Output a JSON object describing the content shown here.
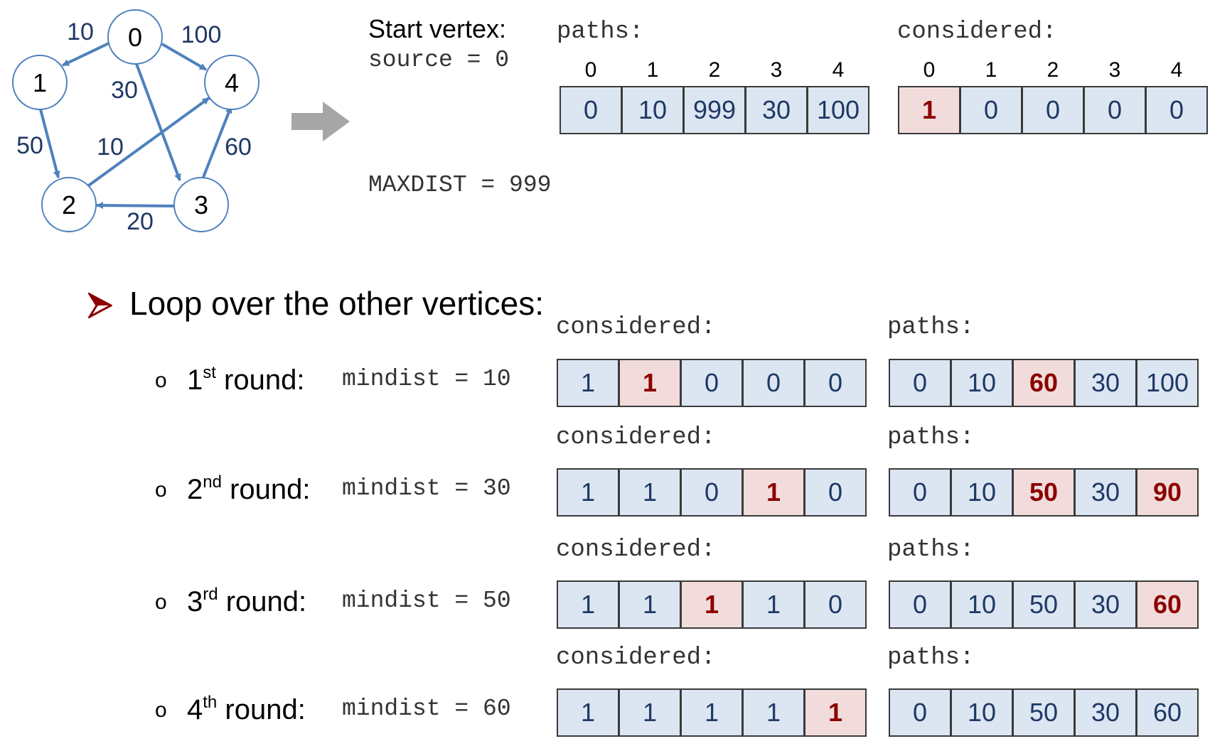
{
  "graph": {
    "nodes": [
      {
        "id": "0",
        "label": "0"
      },
      {
        "id": "1",
        "label": "1"
      },
      {
        "id": "2",
        "label": "2"
      },
      {
        "id": "3",
        "label": "3"
      },
      {
        "id": "4",
        "label": "4"
      }
    ],
    "edges": [
      {
        "from": "0",
        "to": "1",
        "weight": "10"
      },
      {
        "from": "0",
        "to": "4",
        "weight": "100"
      },
      {
        "from": "0",
        "to": "3",
        "weight": "30"
      },
      {
        "from": "1",
        "to": "2",
        "weight": "50"
      },
      {
        "from": "2",
        "to": "4",
        "weight": "10"
      },
      {
        "from": "3",
        "to": "4",
        "weight": "60"
      },
      {
        "from": "3",
        "to": "2",
        "weight": "20"
      }
    ],
    "colors": {
      "edge": "#4f81bd",
      "node_border": "#4f81bd"
    }
  },
  "init": {
    "start_vertex_label": "Start vertex:",
    "source_text": "source = 0",
    "maxdist_text": "MAXDIST = 999",
    "paths_label": "paths:",
    "considered_label": "considered:",
    "indices": [
      "0",
      "1",
      "2",
      "3",
      "4"
    ],
    "paths": {
      "values": [
        "0",
        "10",
        "999",
        "30",
        "100"
      ],
      "highlight": []
    },
    "considered": {
      "values": [
        "1",
        "0",
        "0",
        "0",
        "0"
      ],
      "highlight": [
        0
      ]
    }
  },
  "loop": {
    "heading": "Loop over the other vertices:",
    "considered_label": "considered:",
    "paths_label": "paths:",
    "rounds": [
      {
        "bullet": "o",
        "num": "1",
        "sup": "st",
        "word": "round:",
        "mindist": "mindist = 10",
        "considered": [
          "1",
          "1",
          "0",
          "0",
          "0"
        ],
        "considered_hl": [
          1
        ],
        "paths": [
          "0",
          "10",
          "60",
          "30",
          "100"
        ],
        "paths_hl": [
          2
        ]
      },
      {
        "bullet": "o",
        "num": "2",
        "sup": "nd",
        "word": "round:",
        "mindist": "mindist = 30",
        "considered": [
          "1",
          "1",
          "0",
          "1",
          "0"
        ],
        "considered_hl": [
          3
        ],
        "paths": [
          "0",
          "10",
          "50",
          "30",
          "90"
        ],
        "paths_hl": [
          2,
          4
        ]
      },
      {
        "bullet": "o",
        "num": "3",
        "sup": "rd",
        "word": "round:",
        "mindist": "mindist = 50",
        "considered": [
          "1",
          "1",
          "1",
          "1",
          "0"
        ],
        "considered_hl": [
          2
        ],
        "paths": [
          "0",
          "10",
          "50",
          "30",
          "60"
        ],
        "paths_hl": [
          4
        ]
      },
      {
        "bullet": "o",
        "num": "4",
        "sup": "th",
        "word": "round:",
        "mindist": "mindist = 60",
        "considered": [
          "1",
          "1",
          "1",
          "1",
          "1"
        ],
        "considered_hl": [
          4
        ],
        "paths": [
          "0",
          "10",
          "50",
          "30",
          "60"
        ],
        "paths_hl": []
      }
    ]
  },
  "colors": {
    "cell_fill": "#dce6f2",
    "highlight_fill": "#f2dcdb",
    "highlight_text": "#8b0000",
    "arrow_bullet": "#8b0000",
    "big_arrow": "#a6a6a6"
  }
}
